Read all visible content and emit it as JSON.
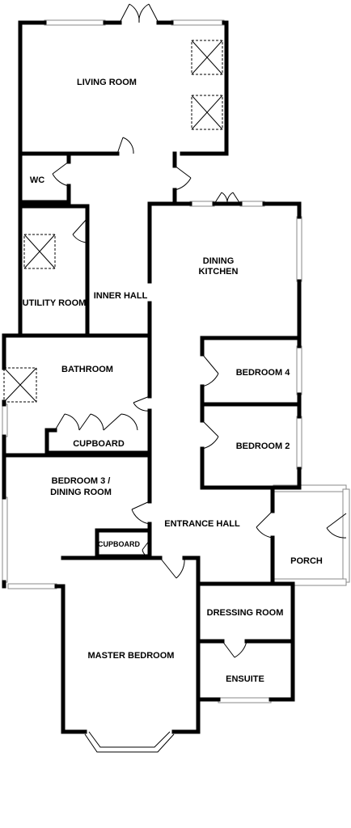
{
  "rooms": {
    "living_room": "LIVING ROOM",
    "wc": "WC",
    "utility_room": "UTILITY ROOM",
    "inner_hall": "INNER HALL",
    "dining_kitchen_1": "DINING",
    "dining_kitchen_2": "KITCHEN",
    "bathroom": "BATHROOM",
    "cupboard_bath": "CUPBOARD",
    "bedroom4": "BEDROOM  4",
    "bedroom2": "BEDROOM  2",
    "bedroom3_1": "BEDROOM 3 /",
    "bedroom3_2": "DINING ROOM",
    "entrance_hall": "ENTRANCE HALL",
    "cupboard_small": "CUPBOARD",
    "porch": "PORCH",
    "dressing_room": "DRESSING ROOM",
    "master_bedroom": "MASTER BEDROOM",
    "ensuite": "ENSUITE"
  }
}
